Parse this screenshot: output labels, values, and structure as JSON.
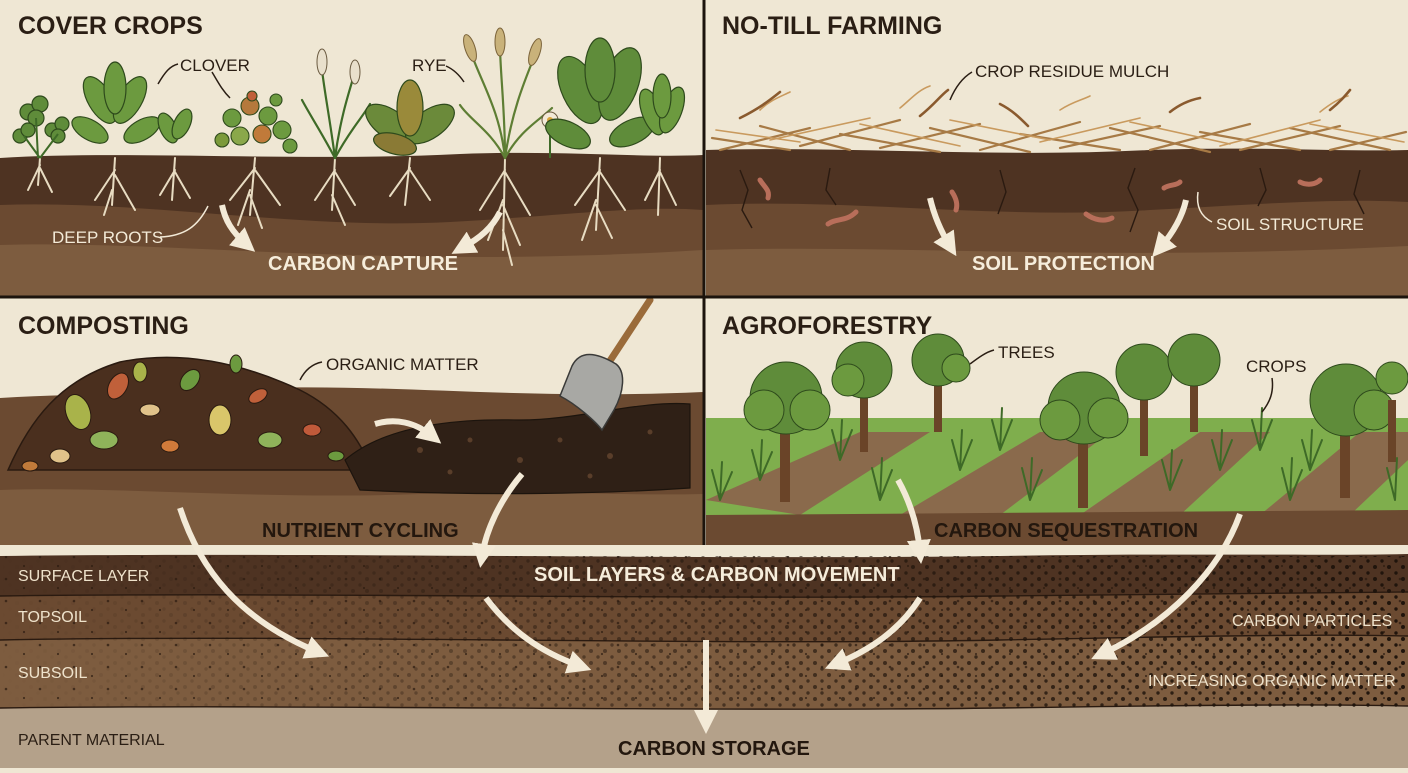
{
  "panels": {
    "cover_crops": {
      "title": "COVER CROPS",
      "labels": {
        "clover": "CLOVER",
        "rye": "RYE",
        "deep_roots": "DEEP ROOTS"
      },
      "caption": "CARBON CAPTURE"
    },
    "no_till": {
      "title": "NO-TILL FARMING",
      "labels": {
        "mulch": "CROP RESIDUE MULCH",
        "structure": "SOIL STRUCTURE"
      },
      "caption": "SOIL PROTECTION"
    },
    "composting": {
      "title": "COMPOSTING",
      "labels": {
        "organic": "ORGANIC MATTER"
      },
      "caption": "NUTRIENT CYCLING"
    },
    "agroforestry": {
      "title": "AGROFORESTRY",
      "labels": {
        "trees": "TREES",
        "crops": "CROPS"
      },
      "caption": "CARBON SEQUESTRATION"
    }
  },
  "soil": {
    "heading": "SOIL LAYERS & CARBON MOVEMENT",
    "layers": {
      "surface": "SURFACE LAYER",
      "topsoil": "TOPSOIL",
      "subsoil": "SUBSOIL",
      "parent": "PARENT MATERIAL"
    },
    "right_labels": {
      "particles": "CARBON PARTICLES",
      "increasing": "INCREASING ORGANIC MATTER"
    },
    "storage": "CARBON STORAGE"
  },
  "colors": {
    "sky": "#efe7d4",
    "topsoil_dark": "#4e3322",
    "soil_mid": "#6b4a31",
    "soil_light": "#8a6a4c",
    "parent": "#b4a18a",
    "divider": "#1c140d",
    "leaf": "#5f8c3a",
    "leaf_dark": "#3e6a27",
    "grass": "#7fae4d",
    "arrow": "#f3ead7"
  }
}
